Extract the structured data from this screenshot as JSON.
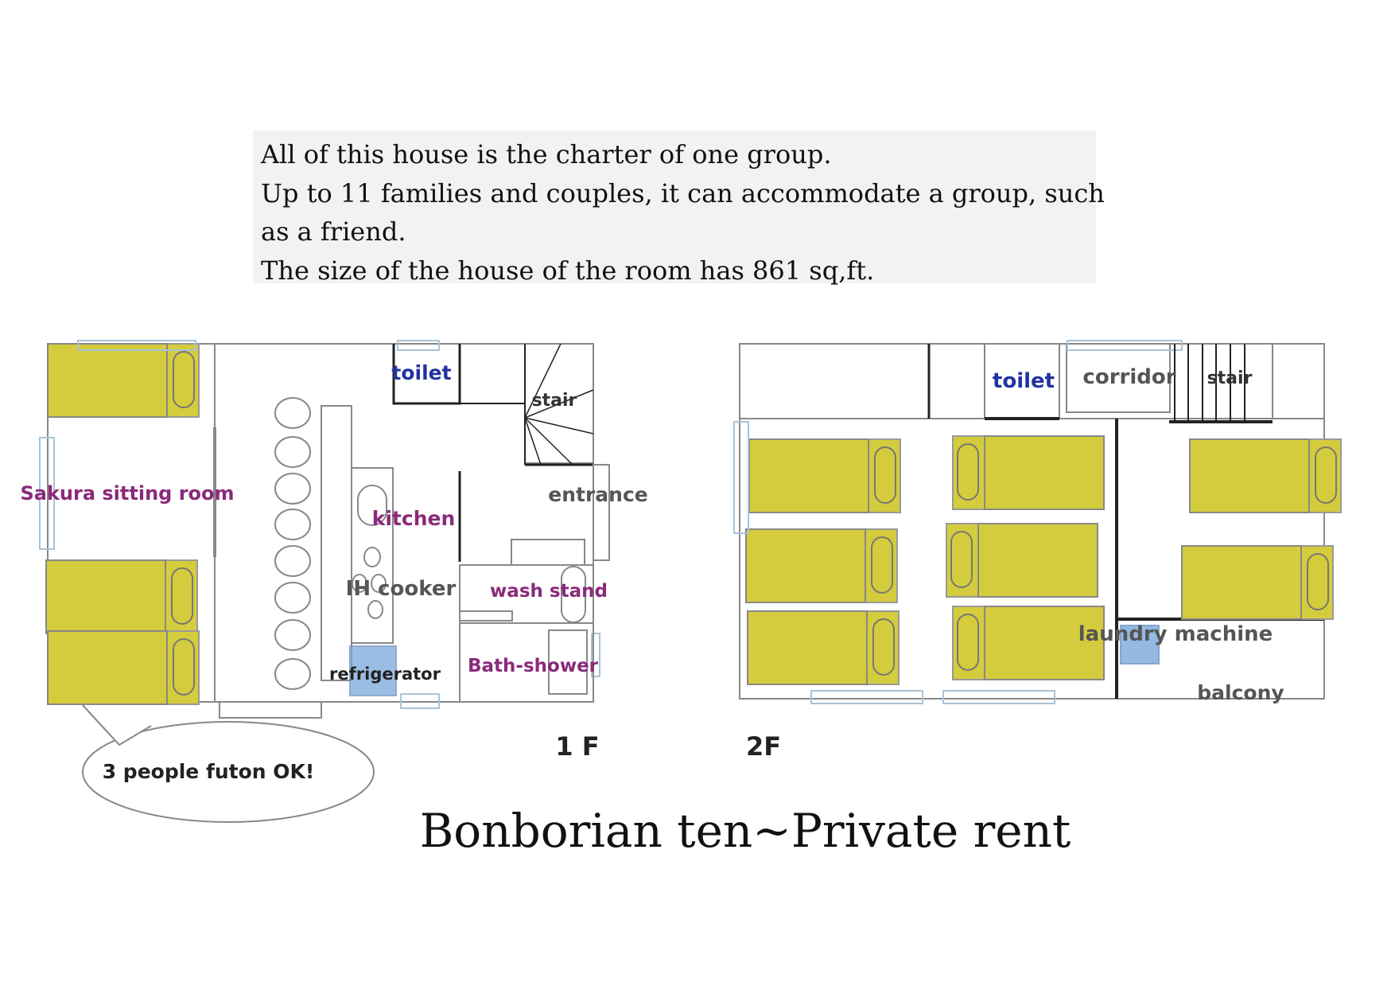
{
  "intro": {
    "line1": "All of this house is the charter of one group.",
    "line2": "Up to 11 families and couples, it can accommodate a group, such",
    "line3": "as a friend.",
    "line4": "The size of the house of the room has 861 sq,ft."
  },
  "floor1": {
    "label": "1 F",
    "rooms": {
      "toilet": "toilet",
      "stair": "stair",
      "sitting_room": "Sakura sitting room",
      "kitchen": "kitchen",
      "entrance": "entrance",
      "cooker": "IH cooker",
      "wash_stand": "wash stand",
      "refrigerator": "refrigerator",
      "bath": "Bath-shower"
    },
    "callout": "3 people futon OK!"
  },
  "floor2": {
    "label": "2F",
    "rooms": {
      "toilet": "toilet",
      "corridor": "corridor",
      "stair": "stair",
      "laundry": "laundry machine",
      "balcony": "balcony"
    }
  },
  "title": "Bonborian ten~Private rent",
  "colors": {
    "futon": "#d4cc3c",
    "label_purple": "#8a2a7a",
    "label_blue": "#2233a0",
    "label_gray": "#555555",
    "appliance_blue": "#7aa8dc",
    "window_blue": "#a9c3d6",
    "wall": "#888888"
  }
}
